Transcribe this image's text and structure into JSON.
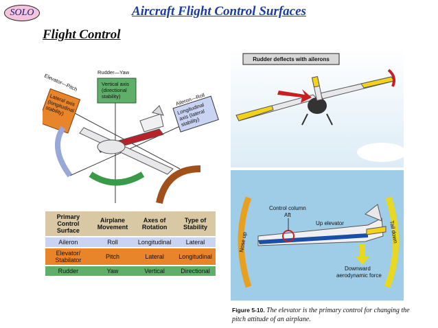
{
  "header": {
    "logo_text": "SOLO",
    "title": "Aircraft Flight Control Surfaces",
    "section": "Flight Control"
  },
  "left_diagram": {
    "label_rudder_yaw": "Rudder—Yaw",
    "vertical_axis": [
      "Vertical axis",
      "(directional",
      "stability)"
    ],
    "elevator_pitch": "Elevator—Pitch",
    "lateral_axis": [
      "Lateral axis",
      "(longitudinal",
      "stability)"
    ],
    "aileron_roll": "Aileron—Roll",
    "longitudinal_axis": [
      "Longitudinal",
      "axis (lateral",
      "stability)"
    ]
  },
  "table": {
    "headers": [
      "Primary Control Surface",
      "Airplane Movement",
      "Axes of Rotation",
      "Type of Stability"
    ],
    "rows": [
      [
        "Aileron",
        "Roll",
        "Longitudinal",
        "Lateral"
      ],
      [
        "Elevator/ Stabilator",
        "Pitch",
        "Lateral",
        "Longitudinal"
      ],
      [
        "Rudder",
        "Yaw",
        "Vertical",
        "Directional"
      ]
    ]
  },
  "top_right": {
    "banner": "Rudder deflects with ailerons"
  },
  "bottom_right": {
    "control_column": "Control column",
    "aft": "Aft",
    "up_elevator": "Up elevator",
    "nose_up": "Nose up",
    "tail_down": "Tail down",
    "downward": "Downward",
    "aerodynamic_force": "aerodynamic force"
  },
  "caption": {
    "figure": "Figure 5-10.",
    "text": "The elevator is the primary control for changing the pitch attitude of an airplane."
  },
  "colors": {
    "title_blue": "#1a3aa8",
    "aileron_row": "#c9d3f2",
    "elevator_row": "#e8842a",
    "rudder_row": "#5fae6a",
    "header_row": "#d8c8a4",
    "sky_blue": "#9fcde8"
  }
}
